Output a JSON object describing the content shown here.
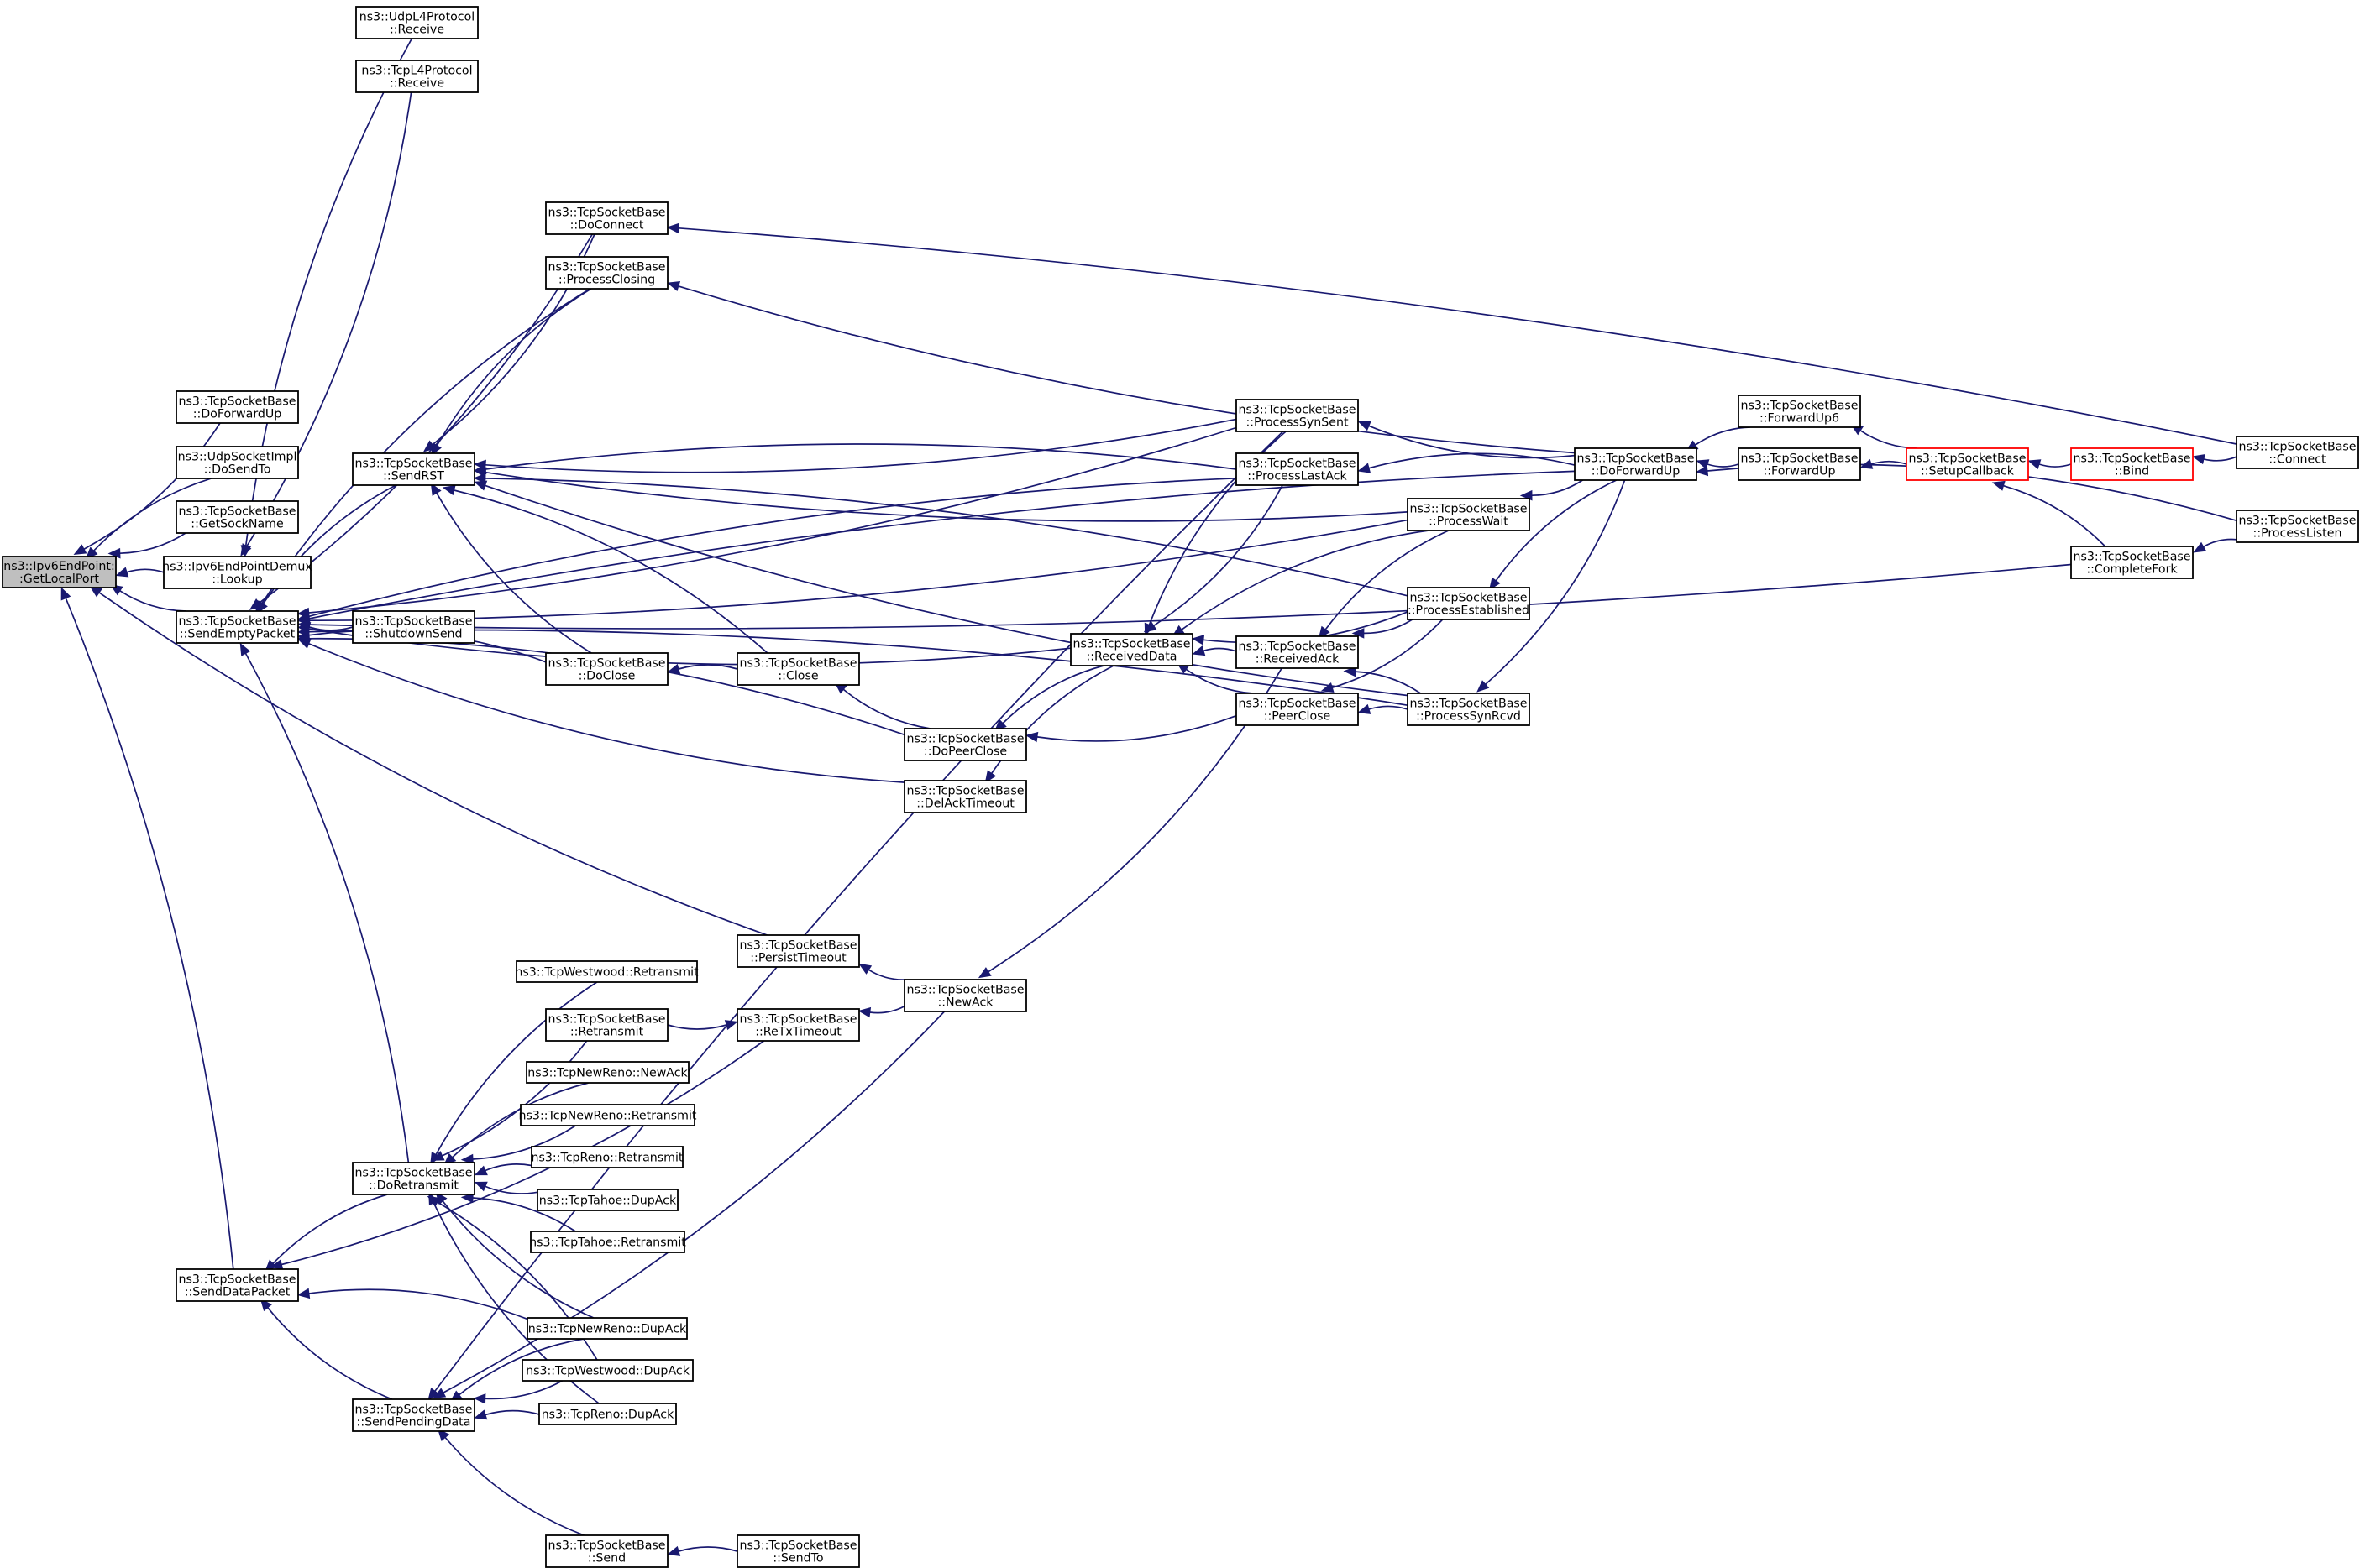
{
  "diagram": {
    "title": "",
    "edge_color": "#191970",
    "root_fill": "#bfbfbf",
    "truncated_border": "#ff0000"
  },
  "nodes": [
    {
      "id": "root",
      "lines": [
        "ns3::Ipv6EndPoint:",
        ":GetLocalPort"
      ],
      "style": "root"
    },
    {
      "id": "udp_receive",
      "lines": [
        "ns3::UdpL4Protocol",
        "::Receive"
      ]
    },
    {
      "id": "tcp_receive",
      "lines": [
        "ns3::TcpL4Protocol",
        "::Receive"
      ]
    },
    {
      "id": "doforwardup_l",
      "lines": [
        "ns3::TcpSocketBase",
        "::DoForwardUp"
      ]
    },
    {
      "id": "dosendto",
      "lines": [
        "ns3::UdpSocketImpl",
        "::DoSendTo"
      ]
    },
    {
      "id": "getsockname",
      "lines": [
        "ns3::TcpSocketBase",
        "::GetSockName"
      ]
    },
    {
      "id": "lookup",
      "lines": [
        "ns3::Ipv6EndPointDemux",
        "::Lookup"
      ]
    },
    {
      "id": "sendempty",
      "lines": [
        "ns3::TcpSocketBase",
        "::SendEmptyPacket"
      ]
    },
    {
      "id": "senddata",
      "lines": [
        "ns3::TcpSocketBase",
        "::SendDataPacket"
      ]
    },
    {
      "id": "sendrst",
      "lines": [
        "ns3::TcpSocketBase",
        "::SendRST"
      ]
    },
    {
      "id": "shutdownsend",
      "lines": [
        "ns3::TcpSocketBase",
        "::ShutdownSend"
      ]
    },
    {
      "id": "doretransmit",
      "lines": [
        "ns3::TcpSocketBase",
        "::DoRetransmit"
      ]
    },
    {
      "id": "sendpending",
      "lines": [
        "ns3::TcpSocketBase",
        "::SendPendingData"
      ]
    },
    {
      "id": "doconnect",
      "lines": [
        "ns3::TcpSocketBase",
        "::DoConnect"
      ]
    },
    {
      "id": "processclosing",
      "lines": [
        "ns3::TcpSocketBase",
        "::ProcessClosing"
      ]
    },
    {
      "id": "doclose",
      "lines": [
        "ns3::TcpSocketBase",
        "::DoClose"
      ]
    },
    {
      "id": "westwood_retransmit",
      "lines": [
        "ns3::TcpWestwood::Retransmit"
      ]
    },
    {
      "id": "retransmit",
      "lines": [
        "ns3::TcpSocketBase",
        "::Retransmit"
      ]
    },
    {
      "id": "newreno_newack",
      "lines": [
        "ns3::TcpNewReno::NewAck"
      ]
    },
    {
      "id": "newreno_retransmit",
      "lines": [
        "ns3::TcpNewReno::Retransmit"
      ]
    },
    {
      "id": "reno_retransmit",
      "lines": [
        "ns3::TcpReno::Retransmit"
      ]
    },
    {
      "id": "tahoe_dupack",
      "lines": [
        "ns3::TcpTahoe::DupAck"
      ]
    },
    {
      "id": "tahoe_retransmit",
      "lines": [
        "ns3::TcpTahoe::Retransmit"
      ]
    },
    {
      "id": "newreno_dupack",
      "lines": [
        "ns3::TcpNewReno::DupAck"
      ]
    },
    {
      "id": "westwood_dupack",
      "lines": [
        "ns3::TcpWestwood::DupAck"
      ]
    },
    {
      "id": "reno_dupack",
      "lines": [
        "ns3::TcpReno::DupAck"
      ]
    },
    {
      "id": "send",
      "lines": [
        "ns3::TcpSocketBase",
        "::Send"
      ]
    },
    {
      "id": "close",
      "lines": [
        "ns3::TcpSocketBase",
        "::Close"
      ]
    },
    {
      "id": "persist",
      "lines": [
        "ns3::TcpSocketBase",
        "::PersistTimeout"
      ]
    },
    {
      "id": "retxtimeout",
      "lines": [
        "ns3::TcpSocketBase",
        "::ReTxTimeout"
      ]
    },
    {
      "id": "sendto",
      "lines": [
        "ns3::TcpSocketBase",
        "::SendTo"
      ]
    },
    {
      "id": "doPeerclose",
      "lines": [
        "ns3::TcpSocketBase",
        "::DoPeerClose"
      ]
    },
    {
      "id": "delack",
      "lines": [
        "ns3::TcpSocketBase",
        "::DelAckTimeout"
      ]
    },
    {
      "id": "newack",
      "lines": [
        "ns3::TcpSocketBase",
        "::NewAck"
      ]
    },
    {
      "id": "receiveddata",
      "lines": [
        "ns3::TcpSocketBase",
        "::ReceivedData"
      ]
    },
    {
      "id": "processsynsent",
      "lines": [
        "ns3::TcpSocketBase",
        "::ProcessSynSent"
      ]
    },
    {
      "id": "processlastack",
      "lines": [
        "ns3::TcpSocketBase",
        "::ProcessLastAck"
      ]
    },
    {
      "id": "receivedack",
      "lines": [
        "ns3::TcpSocketBase",
        "::ReceivedAck"
      ]
    },
    {
      "id": "peerclose",
      "lines": [
        "ns3::TcpSocketBase",
        "::PeerClose"
      ]
    },
    {
      "id": "processwait",
      "lines": [
        "ns3::TcpSocketBase",
        "::ProcessWait"
      ]
    },
    {
      "id": "processestablished",
      "lines": [
        "ns3::TcpSocketBase",
        "::ProcessEstablished"
      ]
    },
    {
      "id": "processsynrcvd",
      "lines": [
        "ns3::TcpSocketBase",
        "::ProcessSynRcvd"
      ]
    },
    {
      "id": "doforwardup",
      "lines": [
        "ns3::TcpSocketBase",
        "::DoForwardUp"
      ]
    },
    {
      "id": "forwardup6",
      "lines": [
        "ns3::TcpSocketBase",
        "::ForwardUp6"
      ]
    },
    {
      "id": "forwardup",
      "lines": [
        "ns3::TcpSocketBase",
        "::ForwardUp"
      ]
    },
    {
      "id": "setupcallback",
      "lines": [
        "ns3::TcpSocketBase",
        "::SetupCallback"
      ],
      "style": "truncated"
    },
    {
      "id": "bind",
      "lines": [
        "ns3::TcpSocketBase",
        "::Bind"
      ],
      "style": "truncated"
    },
    {
      "id": "connect",
      "lines": [
        "ns3::TcpSocketBase",
        "::Connect"
      ]
    },
    {
      "id": "processlisten",
      "lines": [
        "ns3::TcpSocketBase",
        "::ProcessListen"
      ]
    },
    {
      "id": "completefork",
      "lines": [
        "ns3::TcpSocketBase",
        "::CompleteFork"
      ]
    }
  ],
  "edges": [
    [
      "doforwardup_l",
      "root"
    ],
    [
      "dosendto",
      "root"
    ],
    [
      "getsockname",
      "root"
    ],
    [
      "lookup",
      "root"
    ],
    [
      "sendempty",
      "root"
    ],
    [
      "senddata",
      "root"
    ],
    [
      "persist",
      "root"
    ],
    [
      "udp_receive",
      "lookup"
    ],
    [
      "tcp_receive",
      "lookup"
    ],
    [
      "sendrst",
      "sendempty"
    ],
    [
      "shutdownsend",
      "sendempty"
    ],
    [
      "doclose",
      "sendempty"
    ],
    [
      "doconnect",
      "sendempty"
    ],
    [
      "processclosing",
      "sendempty"
    ],
    [
      "processsynsent",
      "sendempty"
    ],
    [
      "processlastack",
      "sendempty"
    ],
    [
      "processwait",
      "sendempty"
    ],
    [
      "doforwardup",
      "sendempty"
    ],
    [
      "receiveddata",
      "sendempty"
    ],
    [
      "doPeerclose",
      "sendempty"
    ],
    [
      "delack",
      "sendempty"
    ],
    [
      "processsynrcvd",
      "sendempty"
    ],
    [
      "completefork",
      "sendempty"
    ],
    [
      "doretransmit",
      "sendempty"
    ],
    [
      "doconnect",
      "sendrst"
    ],
    [
      "processclosing",
      "sendrst"
    ],
    [
      "doclose",
      "sendrst"
    ],
    [
      "close",
      "sendrst"
    ],
    [
      "processsynsent",
      "sendrst"
    ],
    [
      "processlastack",
      "sendrst"
    ],
    [
      "processwait",
      "sendrst"
    ],
    [
      "processestablished",
      "sendrst"
    ],
    [
      "processsynrcvd",
      "sendrst"
    ],
    [
      "doretransmit",
      "senddata"
    ],
    [
      "sendpending",
      "senddata"
    ],
    [
      "newreno_dupack",
      "senddata"
    ],
    [
      "retxtimeout",
      "senddata"
    ],
    [
      "westwood_retransmit",
      "doretransmit"
    ],
    [
      "retransmit",
      "doretransmit"
    ],
    [
      "newreno_newack",
      "doretransmit"
    ],
    [
      "newreno_retransmit",
      "doretransmit"
    ],
    [
      "reno_retransmit",
      "doretransmit"
    ],
    [
      "tahoe_dupack",
      "doretransmit"
    ],
    [
      "tahoe_retransmit",
      "doretransmit"
    ],
    [
      "newreno_dupack",
      "doretransmit"
    ],
    [
      "westwood_dupack",
      "doretransmit"
    ],
    [
      "reno_dupack",
      "doretransmit"
    ],
    [
      "newreno_dupack",
      "sendpending"
    ],
    [
      "westwood_dupack",
      "sendpending"
    ],
    [
      "reno_dupack",
      "sendpending"
    ],
    [
      "send",
      "sendpending"
    ],
    [
      "processsynsent",
      "sendpending"
    ],
    [
      "newack",
      "sendpending"
    ],
    [
      "connect",
      "doconnect"
    ],
    [
      "doforwardup",
      "processclosing"
    ],
    [
      "close",
      "doclose"
    ],
    [
      "doPeerclose",
      "close"
    ],
    [
      "retransmit",
      "retxtimeout"
    ],
    [
      "newack",
      "retxtimeout"
    ],
    [
      "sendto",
      "send"
    ],
    [
      "newack",
      "persist"
    ],
    [
      "receiveddata",
      "doPeerclose"
    ],
    [
      "peerclose",
      "doPeerclose"
    ],
    [
      "receiveddata",
      "delack"
    ],
    [
      "receivedack",
      "newack"
    ],
    [
      "receivedack",
      "receiveddata"
    ],
    [
      "peerclose",
      "receiveddata"
    ],
    [
      "processsynsent",
      "receiveddata"
    ],
    [
      "processlastack",
      "receiveddata"
    ],
    [
      "processwait",
      "receiveddata"
    ],
    [
      "processestablished",
      "receiveddata"
    ],
    [
      "processwait",
      "receivedack"
    ],
    [
      "processestablished",
      "receivedack"
    ],
    [
      "processsynrcvd",
      "receivedack"
    ],
    [
      "processestablished",
      "peerclose"
    ],
    [
      "processsynrcvd",
      "peerclose"
    ],
    [
      "doforwardup",
      "processsynsent"
    ],
    [
      "doforwardup",
      "processlastack"
    ],
    [
      "doforwardup",
      "processwait"
    ],
    [
      "doforwardup",
      "processestablished"
    ],
    [
      "doforwardup",
      "processsynrcvd"
    ],
    [
      "forwardup6",
      "doforwardup"
    ],
    [
      "forwardup",
      "doforwardup"
    ],
    [
      "processlisten",
      "doforwardup"
    ],
    [
      "setupcallback",
      "forwardup6"
    ],
    [
      "setupcallback",
      "forwardup"
    ],
    [
      "bind",
      "setupcallback"
    ],
    [
      "completefork",
      "setupcallback"
    ],
    [
      "connect",
      "bind"
    ],
    [
      "processlisten",
      "completefork"
    ]
  ]
}
